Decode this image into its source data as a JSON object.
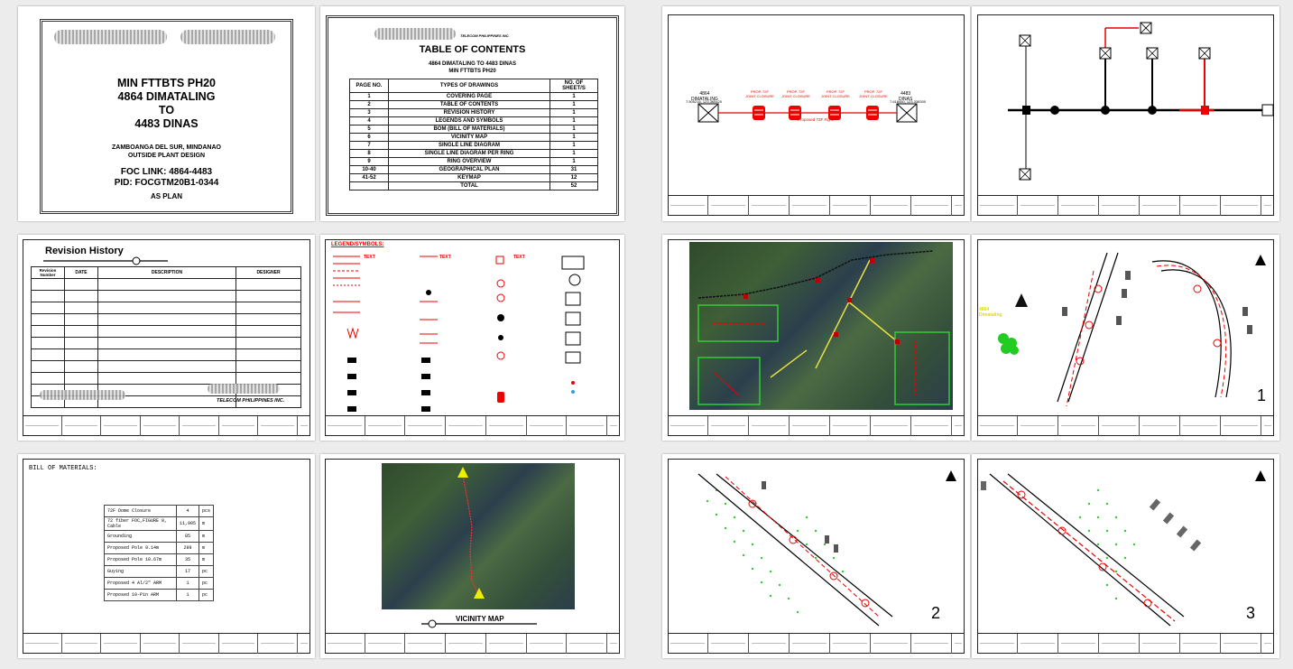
{
  "cover": {
    "title_line1": "MIN FTTBTS PH20",
    "title_line2": "4864 DIMATALING",
    "title_line3": "TO",
    "title_line4": "4483 DINAS",
    "location": "ZAMBOANGA DEL SUR, MINDANAO",
    "design": "OUTSIDE PLANT DESIGN",
    "foc_link": "FOC LINK: 4864-4483",
    "pid": "PID: FOCGTM20B1-0344",
    "status": "AS PLAN"
  },
  "toc": {
    "company": "TELECOM PHILIPPINES INC.",
    "title": "TABLE OF CONTENTS",
    "subtitle1": "4864 DIMATALING TO 4483 DINAS",
    "subtitle2": "MIN FTTBTS PH20",
    "headers": [
      "PAGE NO.",
      "TYPES OF DRAWINGS",
      "NO. OF SHEET/S"
    ],
    "rows": [
      [
        "1",
        "COVERING PAGE",
        "1"
      ],
      [
        "2",
        "TABLE OF CONTENTS",
        "1"
      ],
      [
        "3",
        "REVISION HISTORY",
        "1"
      ],
      [
        "4",
        "LEGENDS AND SYMBOLS",
        "1"
      ],
      [
        "5",
        "BOM (BILL OF MATERIALS)",
        "1"
      ],
      [
        "6",
        "VICINITY MAP",
        "1"
      ],
      [
        "7",
        "SINGLE LINE DIAGRAM",
        "1"
      ],
      [
        "8",
        "SINGLE LINE DIAGRAM PER RING",
        "1"
      ],
      [
        "9",
        "RING OVERVIEW",
        "1"
      ],
      [
        "10-40",
        "GEOGRAPHICAL PLAN",
        "31"
      ],
      [
        "41-52",
        "KEYMAP",
        "12"
      ]
    ],
    "total_label": "TOTAL",
    "total_value": "52"
  },
  "revision": {
    "title": "Revision History",
    "headers": [
      "Revision Number",
      "DATE",
      "DESCRIPTION",
      "DESIGNER"
    ],
    "company": "TELECOM PHILIPPINES INC."
  },
  "legend": {
    "title": "LEGEND/SYMBOLS:"
  },
  "bom": {
    "title": "BILL OF MATERIALS:",
    "rows": [
      [
        "72F Dome Closure",
        "4",
        "pcs"
      ],
      [
        "72 fiber FOC,FIGURE 8, Cable",
        "11,905",
        "m"
      ],
      [
        "Grounding",
        "85",
        "m"
      ],
      [
        "Proposed Pole 9.14m",
        "299",
        "m"
      ],
      [
        "Proposed Pole 10.67m",
        "35",
        "m"
      ],
      [
        "Guying",
        "17",
        "pc"
      ],
      [
        "Proposed 4 Al/2\" ARM",
        "1",
        "pc"
      ],
      [
        "Proposed 10-Pin ARM",
        "1",
        "pc"
      ]
    ]
  },
  "vicinity": {
    "title": "VICINITY MAP"
  },
  "sld": {
    "left_site": "4864\nDIMATALING",
    "left_coords": "7.505216, 123.365420",
    "right_site": "4483\nDINAS",
    "right_coords": "7.618450, 123.338300",
    "closure_label": "PROP. 72F\nJOINT CLOSURE",
    "fig8_label": "Proposed 72F Fig 8"
  },
  "keymaps": {
    "n1": "1",
    "n2": "2",
    "n3": "3",
    "site_label": "4864\nDimataling"
  }
}
